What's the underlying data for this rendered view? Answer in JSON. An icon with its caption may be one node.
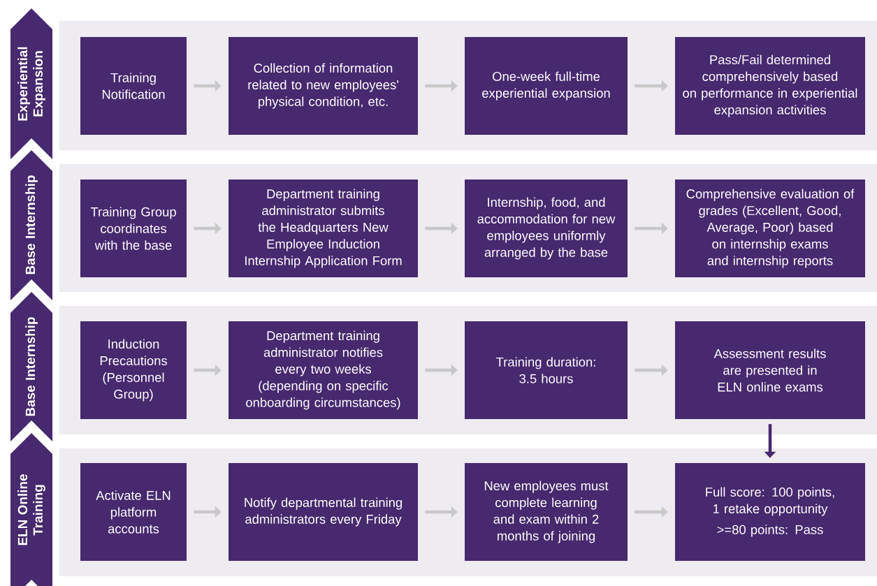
{
  "diagram": {
    "nodes": [
      {
        "text": [
          "Experiential Expansion"
        ]
      },
      {
        "text": [
          "Training Notification"
        ]
      },
      {
        "text": [
          "Collection of information related to new employees' physical condition, etc."
        ]
      },
      {
        "text": [
          "One-week full-time experiential expansion"
        ]
      },
      {
        "text": [
          "Pass/Fail determined comprehensively based on performance in experiential expansion activities"
        ]
      },
      {
        "text": [
          "Base Internship"
        ]
      },
      {
        "text": [
          "Training Group coordinates with the base"
        ]
      },
      {
        "text": [
          "Department training administrator submits the Headquarters New Employee Induction Internship Application Form"
        ]
      },
      {
        "text": [
          "Internship, food, and accommodation for new employees uniformly arranged by the base"
        ]
      },
      {
        "text": [
          "Comprehensive evaluation of grades (Excellent, Good, Average, Poor) based on internship exams and internship reports"
        ]
      },
      {
        "text": [
          "Base Internship"
        ]
      },
      {
        "text": [
          "Induction Precautions (Personnel Group)"
        ]
      },
      {
        "text": [
          "Department training administrator notifies every two weeks (depending on specific onboarding circumstances)"
        ]
      },
      {
        "text": [
          "Training duration: 3.5 hours"
        ]
      },
      {
        "text": [
          "Assessment results are presented in ELN online exams"
        ]
      },
      {
        "text": [
          "ELN Online Training"
        ]
      },
      {
        "text": [
          "Activate ELN platform accounts"
        ]
      },
      {
        "text": [
          "Notify departmental training administrators every Friday"
        ]
      },
      {
        "text": [
          "New employees must complete learning and exam within 2 months of joining"
        ]
      },
      {
        "text": [
          "Full score: 100 points, 1 retake opportunity",
          ">=80 points: Pass"
        ]
      }
    ],
    "edges": [
      {
        "from": 1,
        "to": 2,
        "arrow": "to"
      },
      {
        "from": 2,
        "to": 3,
        "arrow": "to"
      },
      {
        "from": 3,
        "to": 4,
        "arrow": "to"
      },
      {
        "from": 6,
        "to": 7,
        "arrow": "to"
      },
      {
        "from": 7,
        "to": 8,
        "arrow": "to"
      },
      {
        "from": 8,
        "to": 9,
        "arrow": "to"
      },
      {
        "from": 11,
        "to": 12,
        "arrow": "to"
      },
      {
        "from": 12,
        "to": 13,
        "arrow": "to"
      },
      {
        "from": 13,
        "to": 14,
        "arrow": "to"
      },
      {
        "from": 16,
        "to": 17,
        "arrow": "to"
      },
      {
        "from": 17,
        "to": 18,
        "arrow": "to"
      },
      {
        "from": 18,
        "to": 19,
        "arrow": "to"
      },
      {
        "from": 14,
        "to": 19,
        "arrow": "to",
        "color": "#46296e"
      }
    ]
  }
}
